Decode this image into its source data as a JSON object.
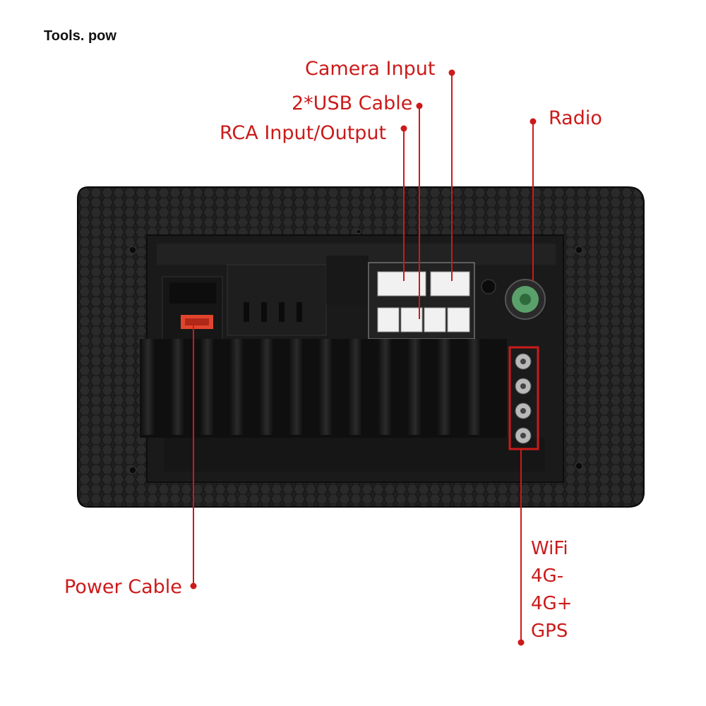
{
  "brand": "Tools. pow",
  "labels": {
    "camera_input": "Camera Input",
    "usb_cable": "2*USB Cable",
    "rca": "RCA Input/Output",
    "radio": "Radio",
    "power_cable": "Power Cable"
  },
  "antennas": [
    "WiFi",
    "4G-",
    "4G+",
    "GPS"
  ],
  "colors": {
    "accent": "#cc1a1a",
    "device": "#1c1c1c"
  }
}
